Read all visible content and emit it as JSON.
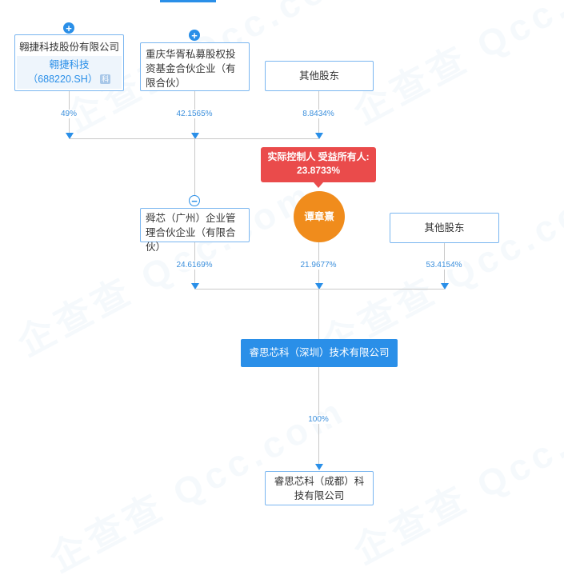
{
  "watermark": "企查查 Qcc.com",
  "nodes": {
    "aojie": {
      "name": "翱捷科技股份有限公司",
      "short": "翱捷科技",
      "ticker": "（688220.SH）",
      "badge": "科"
    },
    "chongqing": {
      "name": "重庆华胥私募股权投资基金合伙企业（有限合伙）"
    },
    "other1": {
      "name": "其他股东"
    },
    "controller": {
      "line1": "实际控制人",
      "line2": "受益所有人: 23.8733%"
    },
    "person": {
      "name": "谭章熹"
    },
    "shunxin": {
      "name": "舜芯（广州）企业管理合伙企业（有限合伙）"
    },
    "other2": {
      "name": "其他股东"
    },
    "main": {
      "name": "睿思芯科（深圳）技术有限公司"
    },
    "chengdu": {
      "name": "睿思芯科（成都）科技有限公司"
    }
  },
  "percents": {
    "aojie": "49%",
    "chongqing": "42.1565%",
    "other1": "8.8434%",
    "shunxin": "24.6169%",
    "person": "21.9677%",
    "other2": "53.4154%",
    "chengdu": "100%"
  },
  "colors": {
    "blue": "#2a8fe8",
    "red": "#ea4b4b",
    "orange": "#f08c1c"
  }
}
